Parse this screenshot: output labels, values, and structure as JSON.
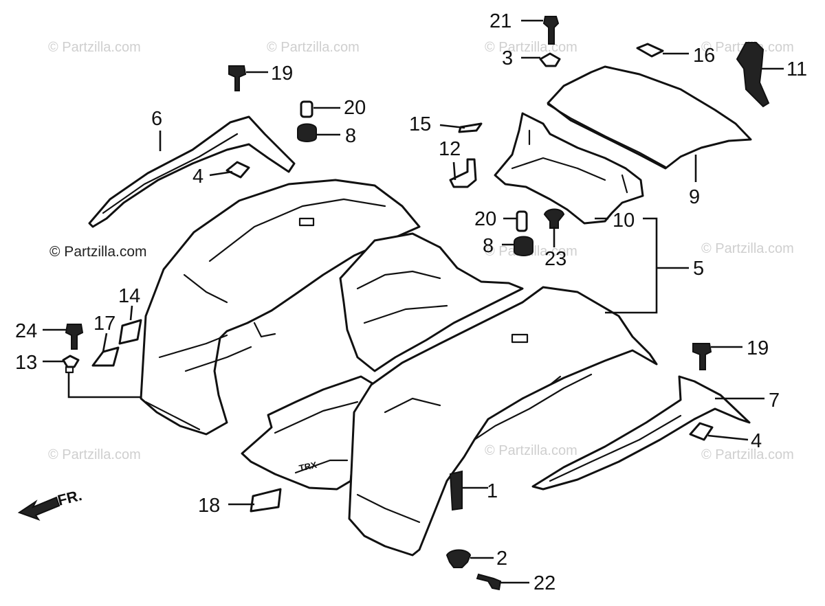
{
  "watermark": {
    "text": "© Partzilla.com",
    "prominent_text": "© Partzilla.com"
  },
  "direction_marker": {
    "label": "FR."
  },
  "callouts": [
    {
      "number": "1"
    },
    {
      "number": "2"
    },
    {
      "number": "3"
    },
    {
      "number": "4"
    },
    {
      "number": "4"
    },
    {
      "number": "5"
    },
    {
      "number": "6"
    },
    {
      "number": "7"
    },
    {
      "number": "8"
    },
    {
      "number": "8"
    },
    {
      "number": "9"
    },
    {
      "number": "10"
    },
    {
      "number": "11"
    },
    {
      "number": "12"
    },
    {
      "number": "13"
    },
    {
      "number": "14"
    },
    {
      "number": "15"
    },
    {
      "number": "16"
    },
    {
      "number": "17"
    },
    {
      "number": "18"
    },
    {
      "number": "19"
    },
    {
      "number": "19"
    },
    {
      "number": "20"
    },
    {
      "number": "20"
    },
    {
      "number": "21"
    },
    {
      "number": "22"
    },
    {
      "number": "23"
    },
    {
      "number": "24"
    }
  ],
  "colors": {
    "line": "#111111",
    "background": "#ffffff",
    "watermark": "#cfcfcf"
  }
}
